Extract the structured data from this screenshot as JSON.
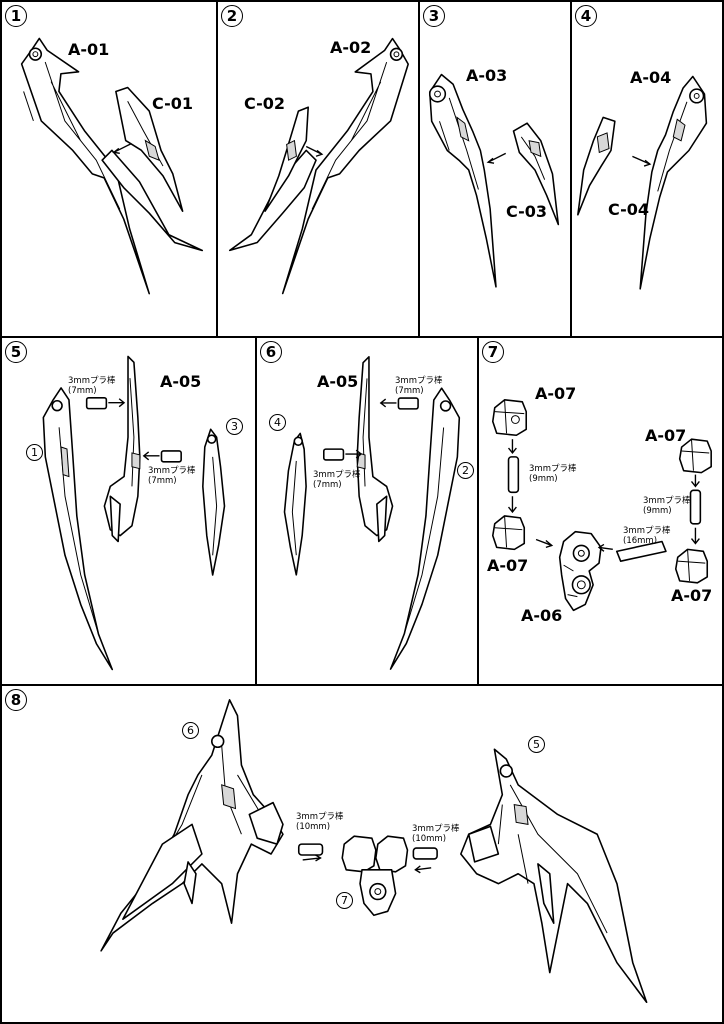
{
  "steps": [
    {
      "num": "1",
      "parts": [
        "A-01",
        "C-01"
      ]
    },
    {
      "num": "2",
      "parts": [
        "A-02",
        "C-02"
      ]
    },
    {
      "num": "3",
      "parts": [
        "A-03",
        "C-03"
      ]
    },
    {
      "num": "4",
      "parts": [
        "A-04",
        "C-04"
      ]
    },
    {
      "num": "5",
      "parts": [
        "A-05"
      ],
      "refs": [
        "1",
        "3"
      ],
      "rods": [
        "3mmプラ棒\n(7mm)",
        "3mmプラ棒\n(7mm)"
      ]
    },
    {
      "num": "6",
      "parts": [
        "A-05"
      ],
      "refs": [
        "4",
        "2"
      ],
      "rods": [
        "3mmプラ棒\n(7mm)",
        "3mmプラ棒\n(7mm)"
      ]
    },
    {
      "num": "7",
      "parts": [
        "A-07",
        "A-07",
        "A-07",
        "A-07",
        "A-06"
      ],
      "rods": [
        "3mmプラ棒\n(9mm)",
        "3mmプラ棒\n(9mm)",
        "3mmプラ棒\n(16mm)"
      ]
    },
    {
      "num": "8",
      "refs": [
        "6",
        "5",
        "7"
      ],
      "rods": [
        "3mmプラ棒\n(10mm)",
        "3mmプラ棒\n(10mm)"
      ]
    }
  ]
}
